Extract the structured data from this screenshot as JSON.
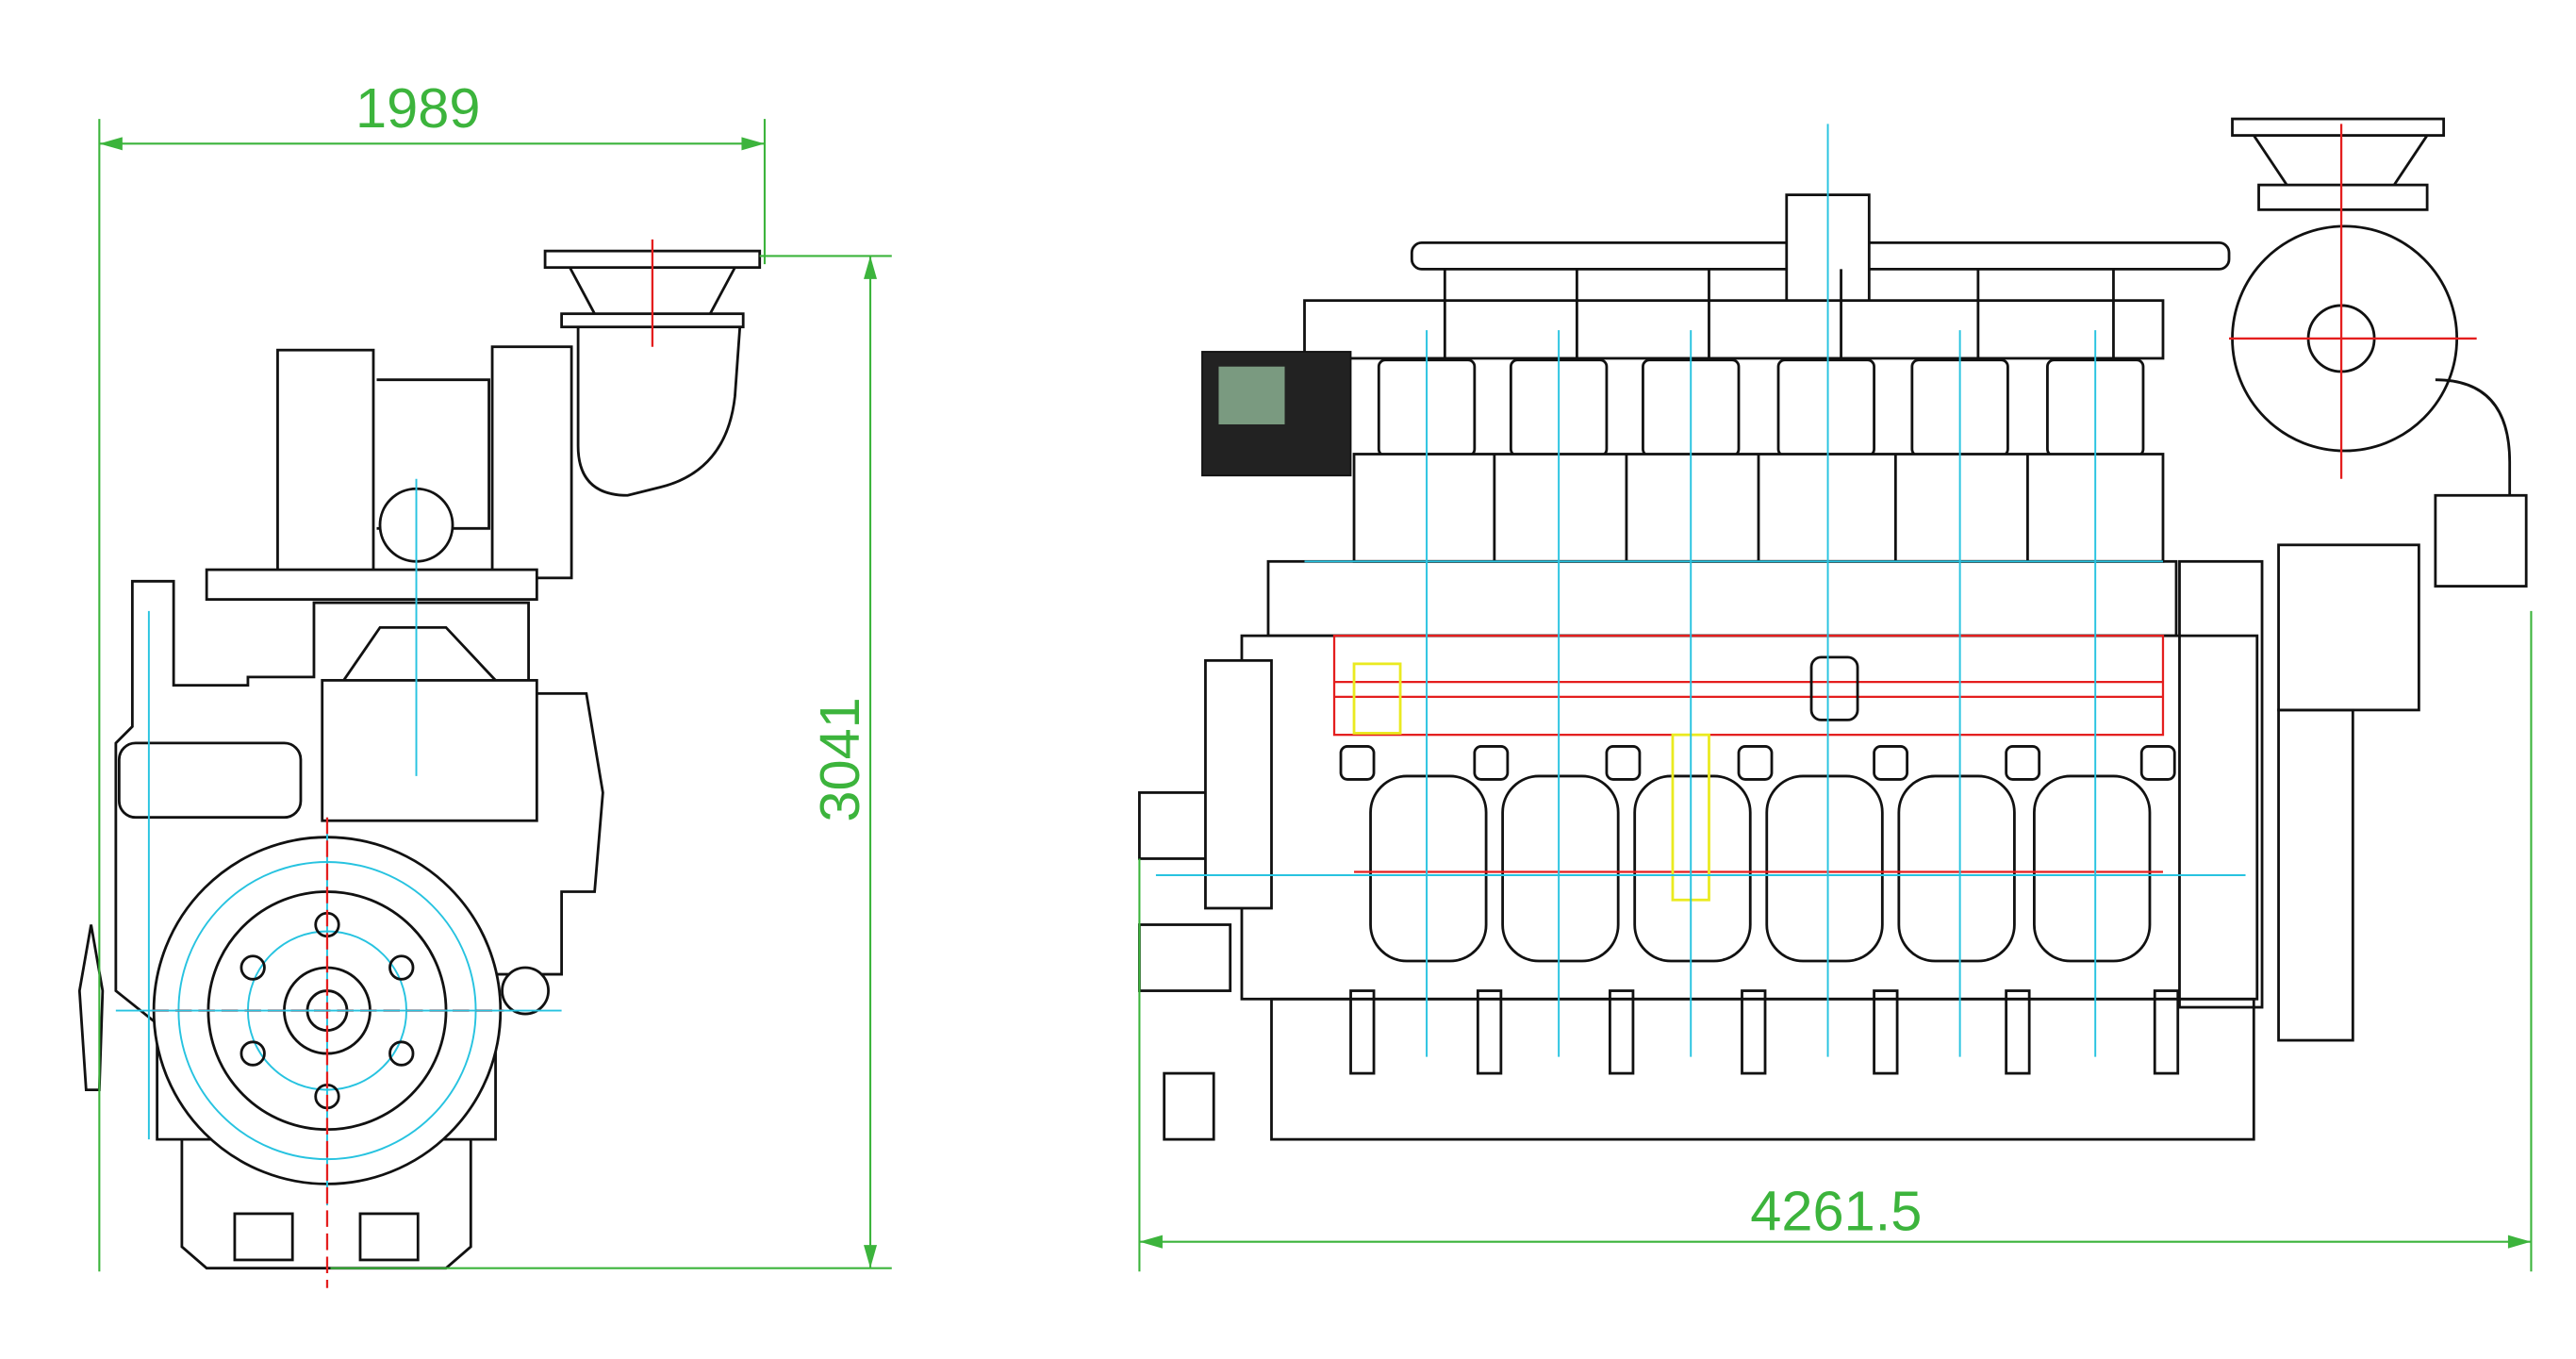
{
  "drawing": {
    "title": "Engine general arrangement",
    "views": [
      "end-view",
      "side-view"
    ]
  },
  "dimensions": {
    "width_end_view": "1989",
    "height": "3041",
    "length": "4261.5"
  },
  "colors": {
    "outline": "#111111",
    "centerline": "#27c3e0",
    "dimension": "#3cb43c",
    "highlight_red": "#e41e1e",
    "highlight_yellow": "#eaea20"
  }
}
